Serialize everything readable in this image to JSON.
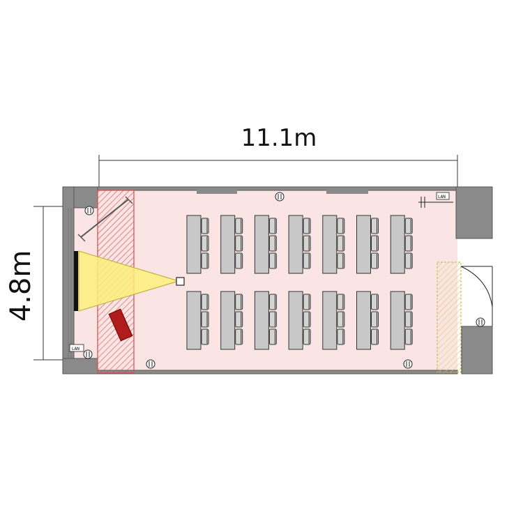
{
  "dimensions": {
    "width_label": "11.1m",
    "height_label": "4.8m"
  },
  "labels": {
    "lan_top": "LAN",
    "lan_bottom": "LAN"
  },
  "layout": {
    "table_columns": 7,
    "table_rows": 2,
    "chairs_per_table": 3
  },
  "colors": {
    "floor": "#fbe4e4",
    "wall": "#8a8a8a",
    "table": "#c8c8c8",
    "projection_beam": "#fbf07a",
    "stage_hatch": "#d94a4a",
    "door_hatch": "#e8d860",
    "podium": "#b01c1c"
  }
}
